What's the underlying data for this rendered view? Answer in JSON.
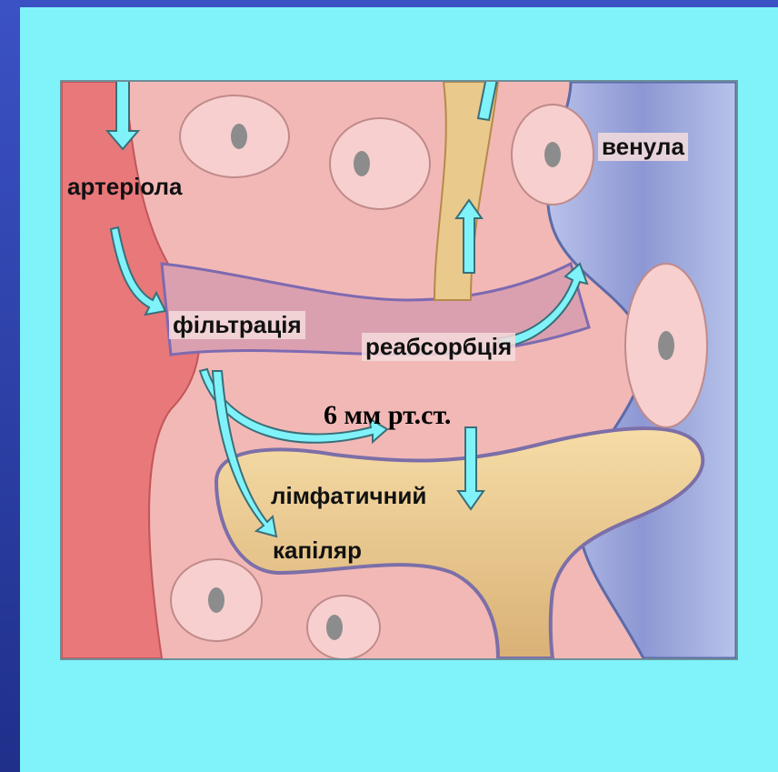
{
  "labels": {
    "arteriole": "артеріола",
    "venule": "венула",
    "filtration": "фільтрація",
    "reabsorption": "реабсорбція",
    "pressure": "6 мм рт.ст.",
    "lymph_line1": "лімфатичний",
    "lymph_line2": "капіляр"
  },
  "colors": {
    "background": "#7ff3f9",
    "tissue": "#f2b8b6",
    "artery": "#e8787a",
    "vein": "#9aa3d8",
    "lymph": "#e9c98c",
    "arrow_fill": "#7ff3f9"
  }
}
